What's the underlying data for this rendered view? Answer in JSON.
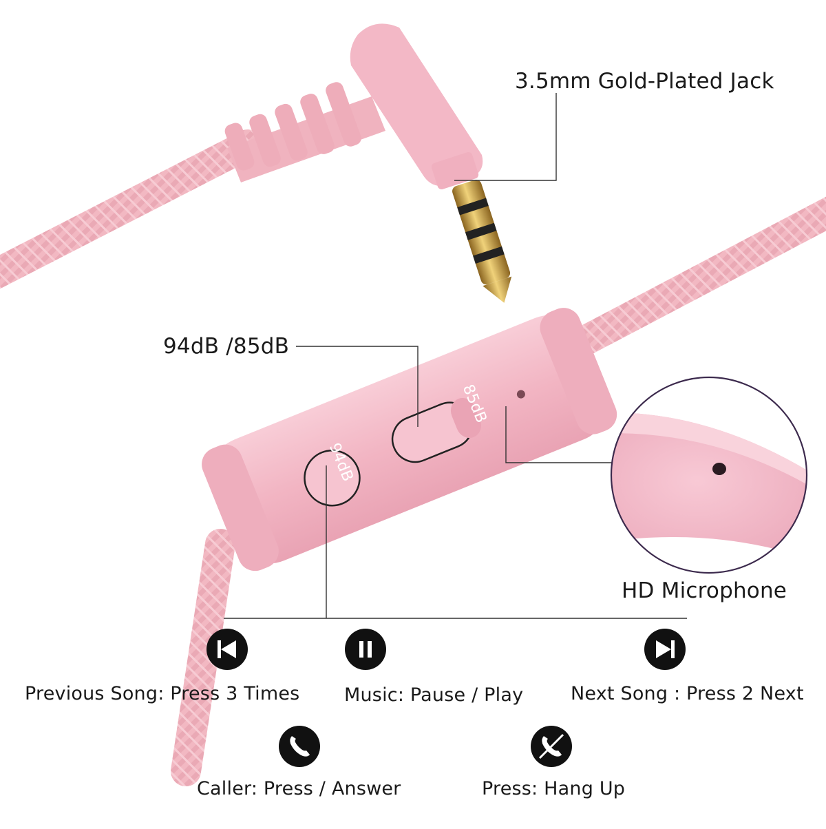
{
  "colors": {
    "cable_pink": "#f2b8c2",
    "body_pink": "#f4bccb",
    "gold": "#c99a3a",
    "ink": "#1a1a1a",
    "zoom_ring": "#3c2a4d"
  },
  "callouts": {
    "jack": "3.5mm Gold-Plated Jack",
    "sensitivity": "94dB /85dB",
    "microphone": "HD Microphone"
  },
  "remote": {
    "left_button": "94dB",
    "right_button": "85dB"
  },
  "controls": [
    {
      "icon": "previous-track-icon",
      "label": "Previous Song: Press 3 Times"
    },
    {
      "icon": "pause-icon",
      "label": "Music: Pause / Play"
    },
    {
      "icon": "next-track-icon",
      "label": "Next Song : Press 2 Next"
    },
    {
      "icon": "phone-answer-icon",
      "label": "Caller: Press / Answer"
    },
    {
      "icon": "phone-hangup-icon",
      "label": "Press: Hang Up"
    }
  ]
}
